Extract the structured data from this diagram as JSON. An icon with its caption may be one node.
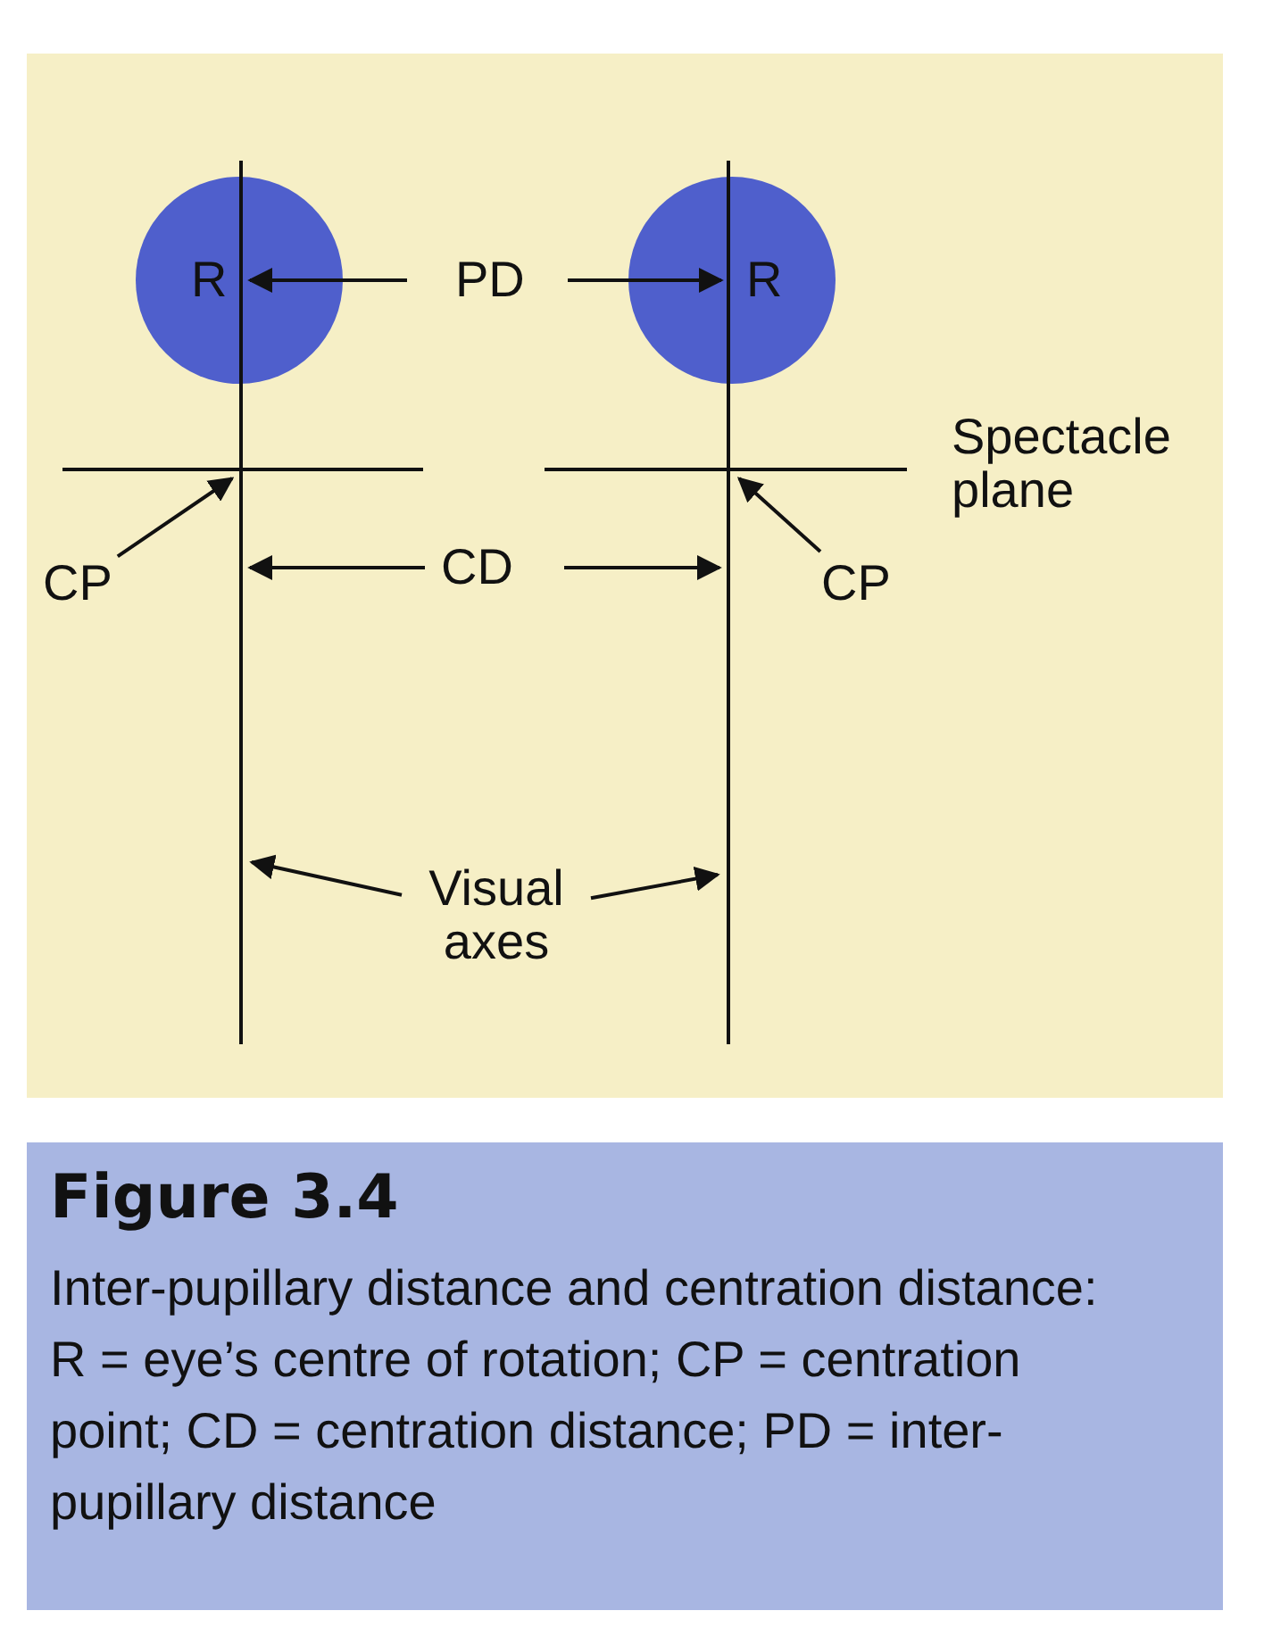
{
  "diagram": {
    "title": "Figure 3.4",
    "caption": "Inter-pupillary distance and centration distance: R = eye’s centre of rotation; CP = centration point; CD = centration distance; PD = inter-pupillary distance",
    "nodes": [
      {
        "text": [
          "R"
        ]
      },
      {
        "text": [
          "R"
        ]
      },
      {
        "text": [
          "CP"
        ]
      },
      {
        "text": [
          "CP"
        ]
      },
      {
        "text": [
          "Visual axes"
        ]
      }
    ],
    "edges": [
      {
        "from": 2,
        "to": null,
        "arrow": "to"
      },
      {
        "from": 3,
        "to": null,
        "arrow": "to"
      },
      {
        "from": 4,
        "to": null,
        "arrow": "to"
      },
      {
        "from": 4,
        "to": null,
        "arrow": "to"
      }
    ],
    "labels": [
      "PD",
      "Spectacle plane",
      "CD"
    ]
  }
}
